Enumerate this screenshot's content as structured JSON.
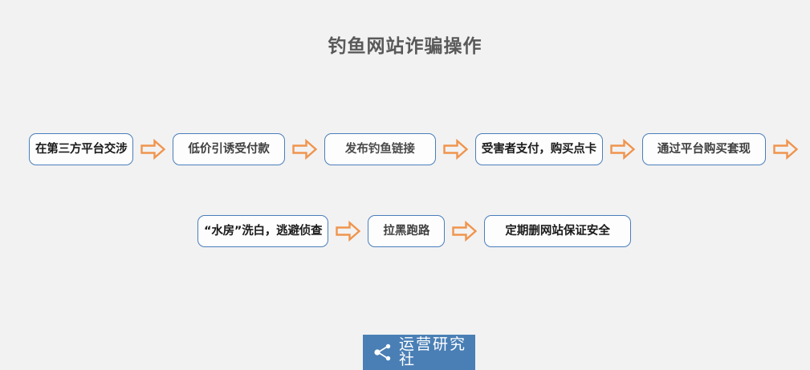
{
  "page": {
    "title": "钓鱼网站诈骗操作",
    "background_color": "#f2f2f2",
    "title_color": "#595959"
  },
  "theme": {
    "node_border_color": "#4a7ebb",
    "node_fill_color": "#fdfdfd",
    "arrow_color": "#f0944d",
    "watermark_color": "#4a7fb5"
  },
  "flow": {
    "row1": {
      "nodes": [
        {
          "label": "在第三方平台交涉"
        },
        {
          "label": "低价引诱受付款"
        },
        {
          "label": "发布钓鱼链接"
        },
        {
          "label": "受害者支付，购买点卡"
        },
        {
          "label": "通过平台购买套现"
        }
      ],
      "arrows": [
        {
          "name": "arrow-right-icon"
        },
        {
          "name": "arrow-right-icon"
        },
        {
          "name": "arrow-right-icon"
        },
        {
          "name": "arrow-right-icon"
        },
        {
          "name": "arrow-right-icon"
        }
      ]
    },
    "row2": {
      "nodes": [
        {
          "label": "“水房”洗白，逃避侦查"
        },
        {
          "label": "拉黑跑路"
        },
        {
          "label": "定期删网站保证安全"
        }
      ],
      "arrows": [
        {
          "name": "arrow-right-icon"
        },
        {
          "name": "arrow-right-icon"
        }
      ]
    }
  },
  "watermark": {
    "icon": "share-nodes-icon",
    "text": "运营研究社"
  }
}
